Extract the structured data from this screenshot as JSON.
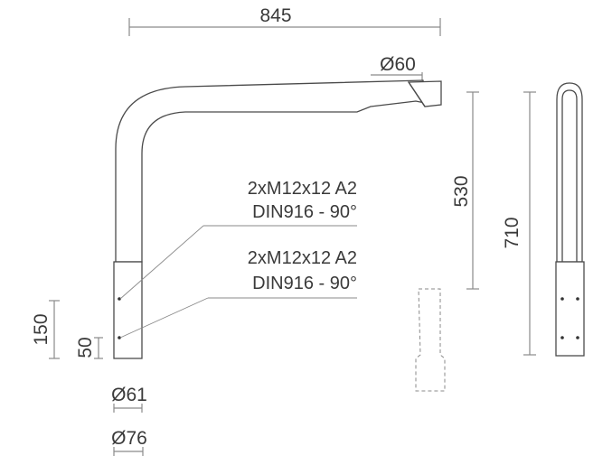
{
  "drawing": {
    "dim_width": "845",
    "dim_tip_diameter": "Ø60",
    "dim_reach_height": "530",
    "dim_total_height": "710",
    "dim_sleeve_length": "150",
    "dim_bolt_offset": "50",
    "dim_inner_diameter": "Ø61",
    "dim_outer_diameter": "Ø76",
    "screw_upper": {
      "line1": "2xM12x12 A2",
      "line2": "DIN916 - 90°"
    },
    "screw_lower": {
      "line1": "2xM12x12 A2",
      "line2": "DIN916 - 90°"
    }
  }
}
